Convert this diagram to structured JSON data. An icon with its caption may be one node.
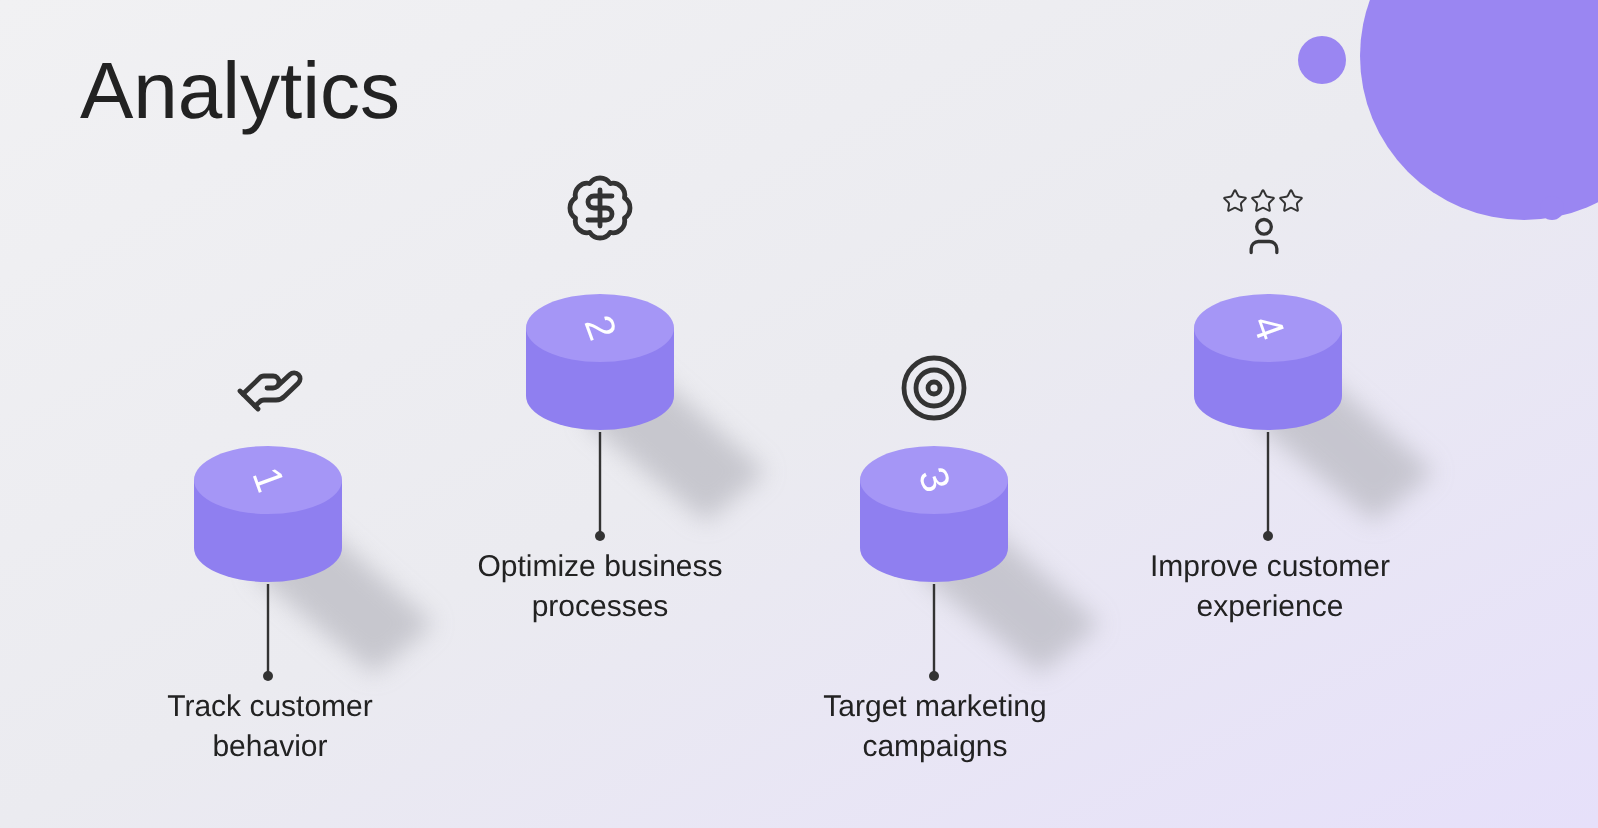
{
  "diagram": {
    "title": "Analytics",
    "nodes": [
      {
        "text": [
          "1"
        ]
      },
      {
        "text": [
          "Track customer behavior"
        ]
      },
      {
        "text": [
          "2"
        ]
      },
      {
        "text": [
          "Optimize business processes"
        ]
      },
      {
        "text": [
          "3"
        ]
      },
      {
        "text": [
          "Target marketing campaigns"
        ]
      },
      {
        "text": [
          "4"
        ]
      },
      {
        "text": [
          "Improve customer experience"
        ]
      }
    ],
    "edges": [
      {
        "from": 0,
        "to": 1,
        "arrow": "other"
      },
      {
        "from": 2,
        "to": 3,
        "arrow": "other"
      },
      {
        "from": 4,
        "to": 5,
        "arrow": "other"
      },
      {
        "from": 6,
        "to": 7,
        "arrow": "other"
      }
    ]
  }
}
